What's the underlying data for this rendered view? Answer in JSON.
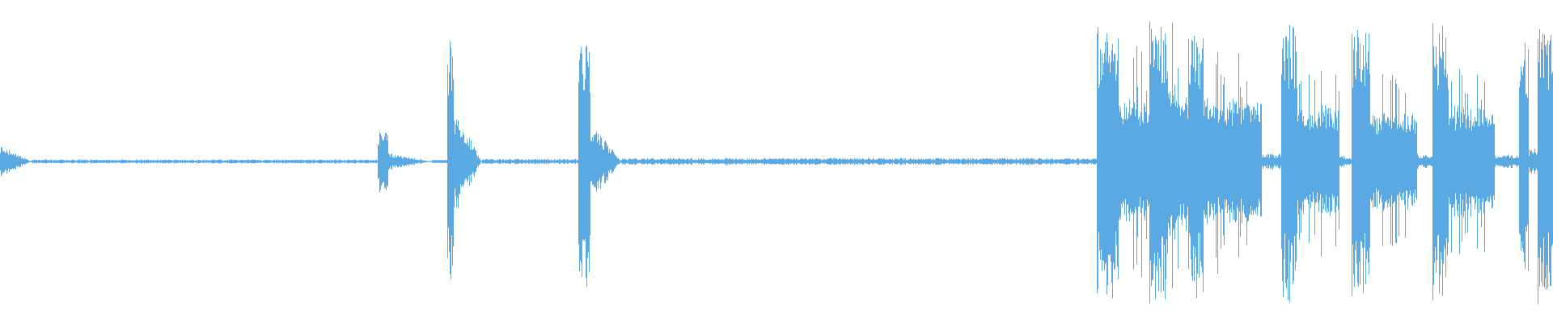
{
  "waveform": {
    "color": "#5aa9e2",
    "background": "#ffffff",
    "sample_count": 1920,
    "envelope": [
      {
        "start": 0.0,
        "end": 0.02,
        "peak": 0.12,
        "shape": "decay"
      },
      {
        "start": 0.02,
        "end": 0.243,
        "peak": 0.015,
        "shape": "noise"
      },
      {
        "start": 0.243,
        "end": 0.25,
        "peak": 0.22,
        "shape": "burst"
      },
      {
        "start": 0.25,
        "end": 0.278,
        "peak": 0.06,
        "shape": "decay"
      },
      {
        "start": 0.288,
        "end": 0.292,
        "peak": 0.85,
        "shape": "burst"
      },
      {
        "start": 0.292,
        "end": 0.31,
        "peak": 0.4,
        "shape": "decay"
      },
      {
        "start": 0.31,
        "end": 0.372,
        "peak": 0.02,
        "shape": "noise"
      },
      {
        "start": 0.372,
        "end": 0.38,
        "peak": 0.95,
        "shape": "burst"
      },
      {
        "start": 0.38,
        "end": 0.4,
        "peak": 0.3,
        "shape": "decay"
      },
      {
        "start": 0.4,
        "end": 0.706,
        "peak": 0.025,
        "shape": "noise"
      },
      {
        "start": 0.706,
        "end": 0.72,
        "peak": 1.0,
        "shape": "burst"
      },
      {
        "start": 0.72,
        "end": 0.74,
        "peak": 0.45,
        "shape": "sustain"
      },
      {
        "start": 0.74,
        "end": 0.752,
        "peak": 1.0,
        "shape": "burst"
      },
      {
        "start": 0.752,
        "end": 0.765,
        "peak": 0.55,
        "shape": "sustain"
      },
      {
        "start": 0.765,
        "end": 0.775,
        "peak": 0.95,
        "shape": "burst"
      },
      {
        "start": 0.775,
        "end": 0.812,
        "peak": 0.45,
        "shape": "sustain"
      },
      {
        "start": 0.812,
        "end": 0.825,
        "peak": 0.06,
        "shape": "noise"
      },
      {
        "start": 0.825,
        "end": 0.835,
        "peak": 1.0,
        "shape": "burst"
      },
      {
        "start": 0.835,
        "end": 0.862,
        "peak": 0.4,
        "shape": "sustain"
      },
      {
        "start": 0.862,
        "end": 0.87,
        "peak": 0.04,
        "shape": "noise"
      },
      {
        "start": 0.87,
        "end": 0.882,
        "peak": 1.0,
        "shape": "burst"
      },
      {
        "start": 0.882,
        "end": 0.912,
        "peak": 0.35,
        "shape": "sustain"
      },
      {
        "start": 0.912,
        "end": 0.922,
        "peak": 0.06,
        "shape": "noise"
      },
      {
        "start": 0.922,
        "end": 0.932,
        "peak": 1.0,
        "shape": "burst"
      },
      {
        "start": 0.932,
        "end": 0.962,
        "peak": 0.4,
        "shape": "sustain"
      },
      {
        "start": 0.962,
        "end": 0.978,
        "peak": 0.05,
        "shape": "noise"
      },
      {
        "start": 0.978,
        "end": 0.984,
        "peak": 0.85,
        "shape": "burst"
      },
      {
        "start": 0.984,
        "end": 0.99,
        "peak": 0.1,
        "shape": "noise"
      },
      {
        "start": 0.99,
        "end": 1.0,
        "peak": 1.0,
        "shape": "burst"
      }
    ]
  }
}
